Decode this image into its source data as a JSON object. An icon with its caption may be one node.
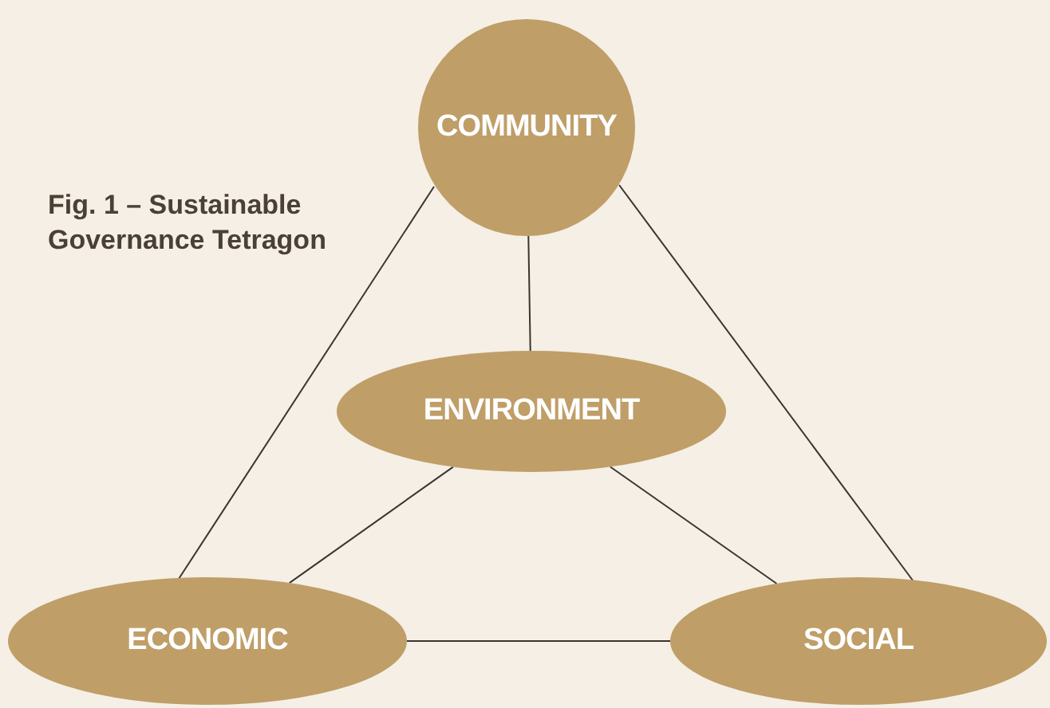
{
  "diagram": {
    "title": "Fig. 1 – Sustainable Governance Tetragon",
    "nodes": [
      {
        "text": [
          "COMMUNITY"
        ]
      },
      {
        "text": [
          "ENVIRONMENT"
        ]
      },
      {
        "text": [
          "ECONOMIC"
        ]
      },
      {
        "text": [
          "SOCIAL"
        ]
      }
    ],
    "edges": [
      {
        "from": 0,
        "to": 1,
        "arrow": "none"
      },
      {
        "from": 0,
        "to": 2,
        "arrow": "none"
      },
      {
        "from": 0,
        "to": 3,
        "arrow": "none"
      },
      {
        "from": 1,
        "to": 2,
        "arrow": "none"
      },
      {
        "from": 1,
        "to": 3,
        "arrow": "none"
      },
      {
        "from": 2,
        "to": 3,
        "arrow": "none"
      }
    ]
  }
}
